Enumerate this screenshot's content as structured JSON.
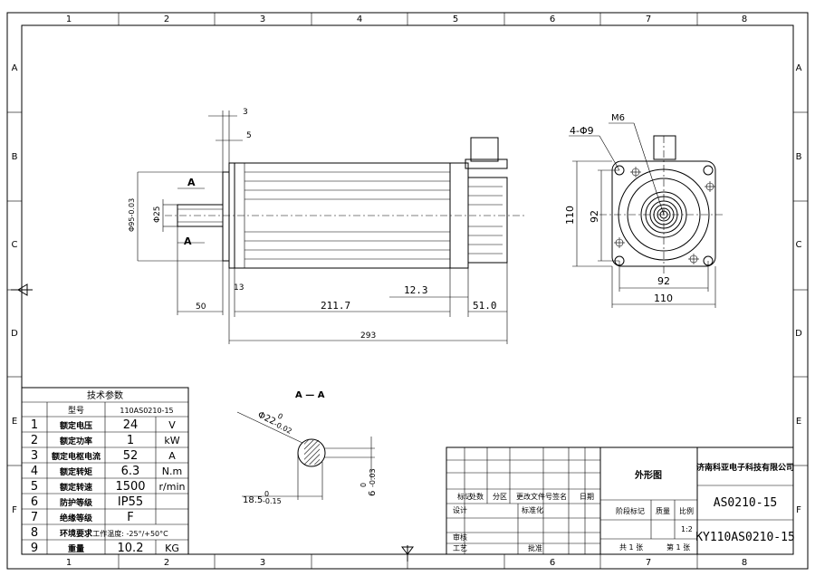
{
  "frame": {
    "cols": [
      "1",
      "2",
      "3",
      "4",
      "5",
      "6",
      "7",
      "8"
    ],
    "rows": [
      "A",
      "B",
      "C",
      "C",
      "D",
      "E",
      "F"
    ],
    "rows_left": [
      "A",
      "B",
      "C",
      "D",
      "E",
      "F"
    ]
  },
  "side_view": {
    "dims": {
      "d3": "3",
      "d5": "5",
      "phi95": "Φ95-0.03",
      "phi25": "Φ25",
      "d13": "13",
      "d50": "50",
      "d211_7": "211.7",
      "d12_3": "12.3",
      "d51": "51.0",
      "d293": "293",
      "sectionA_top": "A",
      "sectionA_bot": "A"
    }
  },
  "end_view": {
    "holes": "4-Φ9",
    "thread": "M6",
    "d110v": "110",
    "d92v": "92",
    "d92h": "92",
    "d110h": "110"
  },
  "section": {
    "title": "A — A",
    "phi22": "Φ22",
    "phi22_tol_top": "0",
    "phi22_tol_bot": "-0.02",
    "d18_5": "18.5",
    "d18_5_tol_top": "0",
    "d18_5_tol_bot": "-0.15",
    "d6": "6",
    "d6_tol_top": "0",
    "d6_tol_bot": "-0.03"
  },
  "tech_table": {
    "title": "技术参数",
    "model_label": "型号",
    "model_value": "110AS0210-15",
    "rows": [
      {
        "n": "1",
        "name": "额定电压",
        "value": "24",
        "unit": "V"
      },
      {
        "n": "2",
        "name": "额定功率",
        "value": "1",
        "unit": "kW"
      },
      {
        "n": "3",
        "name": "额定电枢电流",
        "value": "52",
        "unit": "A"
      },
      {
        "n": "4",
        "name": "额定转矩",
        "value": "6.3",
        "unit": "N.m"
      },
      {
        "n": "5",
        "name": "额定转速",
        "value": "1500",
        "unit": "r/min"
      },
      {
        "n": "6",
        "name": "防护等级",
        "value": "IP55",
        "unit": ""
      },
      {
        "n": "7",
        "name": "绝缘等级",
        "value": "F",
        "unit": ""
      },
      {
        "n": "8",
        "name": "环境要求",
        "value": "工作温度: -25°/+50°C",
        "unit": ""
      },
      {
        "n": "9",
        "name": "重量",
        "value": "10.2",
        "unit": "KG"
      }
    ]
  },
  "title_block": {
    "drawing_title": "外形图",
    "company": "济南科亚电子科技有限公司",
    "code": "AS0210-15",
    "part_no": "KY110AS0210-15",
    "h_mark": "标记",
    "h_count": "处数",
    "h_zone": "分区",
    "h_doc": "更改文件号",
    "h_sign": "签名",
    "h_date": "日期",
    "design": "设计",
    "standard": "标准化",
    "stage": "阶段标记",
    "weight": "质量",
    "scale": "比例",
    "scale_val": "1:2",
    "review": "审核",
    "process": "工艺",
    "approve": "批准",
    "total": "共 1 张",
    "sheet": "第 1 张"
  }
}
